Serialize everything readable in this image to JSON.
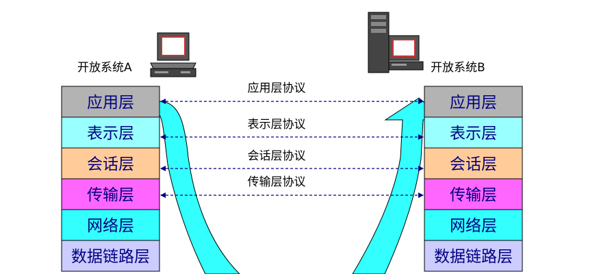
{
  "system_a": {
    "label": "开放系统A"
  },
  "system_b": {
    "label": "开放系统B"
  },
  "layers": [
    {
      "name": "应用层",
      "color": "#b3b3b3"
    },
    {
      "name": "表示层",
      "color": "#99ffff"
    },
    {
      "name": "会话层",
      "color": "#ffcc99"
    },
    {
      "name": "传输层",
      "color": "#ff66ff"
    },
    {
      "name": "网络层",
      "color": "#33ffff"
    },
    {
      "name": "数据链路层",
      "color": "#ccccff"
    }
  ],
  "protocols": [
    "应用层协议",
    "表示层协议",
    "会话层协议",
    "传输层协议"
  ],
  "colors": {
    "flow_arrow": "#33ffff",
    "dashed_line": "#000080",
    "text_navy": "#000080"
  },
  "icons": {
    "system_a": "desktop-computer-icon",
    "system_b": "tower-computer-icon"
  }
}
